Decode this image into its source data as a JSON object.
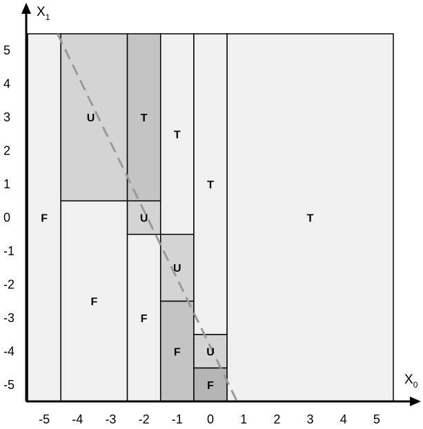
{
  "chart_data": {
    "type": "region-partition",
    "x_axis": {
      "label": "X",
      "label_subscript": "0",
      "range": [
        -5.5,
        5.5
      ],
      "ticks": [
        -5,
        -4,
        -3,
        -2,
        -1,
        0,
        1,
        2,
        3,
        4,
        5
      ]
    },
    "y_axis": {
      "label": "X",
      "label_subscript": "1",
      "range": [
        -5.5,
        5.5
      ],
      "ticks": [
        -5,
        -4,
        -3,
        -2,
        -1,
        0,
        1,
        2,
        3,
        4,
        5
      ]
    },
    "regions": [
      {
        "x0": -5.5,
        "x1": -4.5,
        "y0": -5.5,
        "y1": 5.5,
        "label": "F",
        "label_at": [
          -5,
          0
        ],
        "fill": "#f0f0f0"
      },
      {
        "x0": -4.5,
        "x1": -2.5,
        "y0": 0.5,
        "y1": 5.5,
        "label": "U",
        "label_at": [
          -3.6,
          3
        ],
        "fill": "#d4d4d4"
      },
      {
        "x0": -4.5,
        "x1": -2.5,
        "y0": -5.5,
        "y1": 0.5,
        "label": "F",
        "label_at": [
          -3.5,
          -2.5
        ],
        "fill": "#f0f0f0"
      },
      {
        "x0": -2.5,
        "x1": -1.5,
        "y0": 0.5,
        "y1": 5.5,
        "label": "T",
        "label_at": [
          -2,
          3
        ],
        "fill": "#c4c4c4"
      },
      {
        "x0": -2.5,
        "x1": -1.5,
        "y0": -0.5,
        "y1": 0.5,
        "label": "U",
        "label_at": [
          -2,
          0
        ],
        "fill": "#d4d4d4"
      },
      {
        "x0": -2.5,
        "x1": -1.5,
        "y0": -5.5,
        "y1": -0.5,
        "label": "F",
        "label_at": [
          -2,
          -3
        ],
        "fill": "#f0f0f0"
      },
      {
        "x0": -1.5,
        "x1": -0.5,
        "y0": -0.5,
        "y1": 5.5,
        "label": "T",
        "label_at": [
          -1,
          2.5
        ],
        "fill": "#f0f0f0"
      },
      {
        "x0": -1.5,
        "x1": -0.5,
        "y0": -2.5,
        "y1": -0.5,
        "label": "U",
        "label_at": [
          -1,
          -1.5
        ],
        "fill": "#d4d4d4"
      },
      {
        "x0": -1.5,
        "x1": -0.5,
        "y0": -5.5,
        "y1": -2.5,
        "label": "F",
        "label_at": [
          -1,
          -4
        ],
        "fill": "#c4c4c4"
      },
      {
        "x0": -0.5,
        "x1": 0.5,
        "y0": -3.5,
        "y1": 5.5,
        "label": "T",
        "label_at": [
          0,
          1
        ],
        "fill": "#f0f0f0"
      },
      {
        "x0": -0.5,
        "x1": 0.5,
        "y0": -4.5,
        "y1": -3.5,
        "label": "U",
        "label_at": [
          0,
          -4
        ],
        "fill": "#d4d4d4"
      },
      {
        "x0": -0.5,
        "x1": 0.5,
        "y0": -5.5,
        "y1": -4.5,
        "label": "F",
        "label_at": [
          0,
          -5
        ],
        "fill": "#b4b4b4"
      },
      {
        "x0": 0.5,
        "x1": 5.5,
        "y0": -5.5,
        "y1": 5.5,
        "label": "T",
        "label_at": [
          3,
          0
        ],
        "fill": "#f0f0f0"
      }
    ],
    "dashed_line": {
      "points": [
        [
          -4.6,
          5.5
        ],
        [
          0.8,
          -5.5
        ]
      ],
      "color": "#999999",
      "style": "dashed"
    }
  }
}
